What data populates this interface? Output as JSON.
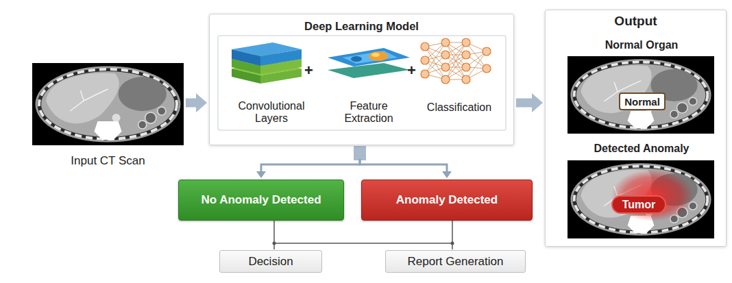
{
  "diagram": {
    "nodes": [
      {
        "text": [
          "Input CT Scan"
        ]
      },
      {
        "text": [
          "Deep Learning Model"
        ]
      },
      {
        "text": [
          "Convolutional Layers"
        ],
        "in": 1
      },
      {
        "text": [
          "Feature Extraction"
        ],
        "in": 1
      },
      {
        "text": [
          "Classification"
        ],
        "in": 1
      },
      {
        "text": [
          "Output"
        ]
      },
      {
        "text": [
          "Normal Organ"
        ],
        "in": 5
      },
      {
        "text": [
          "Normal"
        ],
        "in": 6
      },
      {
        "text": [
          "Detected Anomaly"
        ],
        "in": 5
      },
      {
        "text": [
          "Tumor"
        ],
        "in": 8
      },
      {
        "text": [
          "No Anomaly Detected"
        ]
      },
      {
        "text": [
          "Anomaly Detected"
        ]
      },
      {
        "text": [
          "Decision"
        ]
      },
      {
        "text": [
          "Report Generation"
        ]
      }
    ],
    "edges": [
      {
        "from": 0,
        "to": 1,
        "arrow": "to"
      },
      {
        "from": 1,
        "to": 5,
        "arrow": "to"
      },
      {
        "from": 1,
        "to": 10,
        "arrow": "to"
      },
      {
        "from": 1,
        "to": 11,
        "arrow": "to"
      },
      {
        "from": 10,
        "to": 12,
        "arrow": "none"
      },
      {
        "from": 11,
        "to": 13,
        "arrow": "none"
      }
    ],
    "labels": [
      "+",
      "+"
    ]
  }
}
